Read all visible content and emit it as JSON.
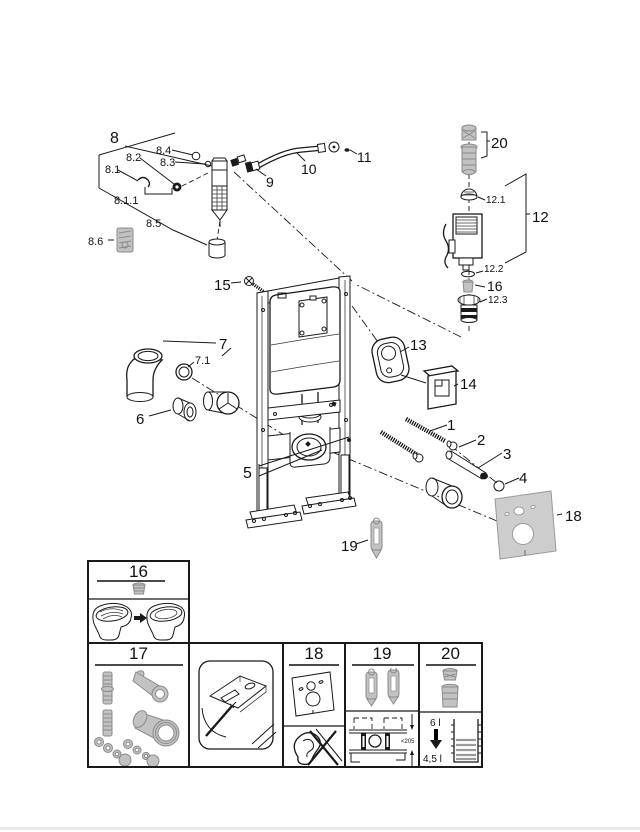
{
  "diagram": {
    "callouts": {
      "n1": "1",
      "n2": "2",
      "n3": "3",
      "n4": "4",
      "n5": "5",
      "n6": "6",
      "n7": "7",
      "n7_1": "7.1",
      "n8": "8",
      "n8_1": "8.1",
      "n8_1_1": "8.1.1",
      "n8_2": "8.2",
      "n8_3": "8.3",
      "n8_4": "8.4",
      "n8_5": "8.5",
      "n8_6": "8.6",
      "n9": "9",
      "n10": "10",
      "n11": "11",
      "n12": "12",
      "n12_1": "12.1",
      "n12_2": "12.2",
      "n12_3": "12.3",
      "n13": "13",
      "n14": "14",
      "n15": "15",
      "n16": "16",
      "n18": "18",
      "n19": "19",
      "n20": "20"
    }
  },
  "panels": {
    "p16": {
      "label": "16"
    },
    "p17": {
      "label": "17"
    },
    "p18": {
      "label": "18"
    },
    "p19": {
      "label": "19",
      "dimension": "<205"
    },
    "p20": {
      "label": "20",
      "volume_from": "6 l",
      "volume_to": "4,5 l"
    }
  },
  "colors": {
    "line": "#1a1a1a",
    "part_gray": "#c2c2c2"
  }
}
